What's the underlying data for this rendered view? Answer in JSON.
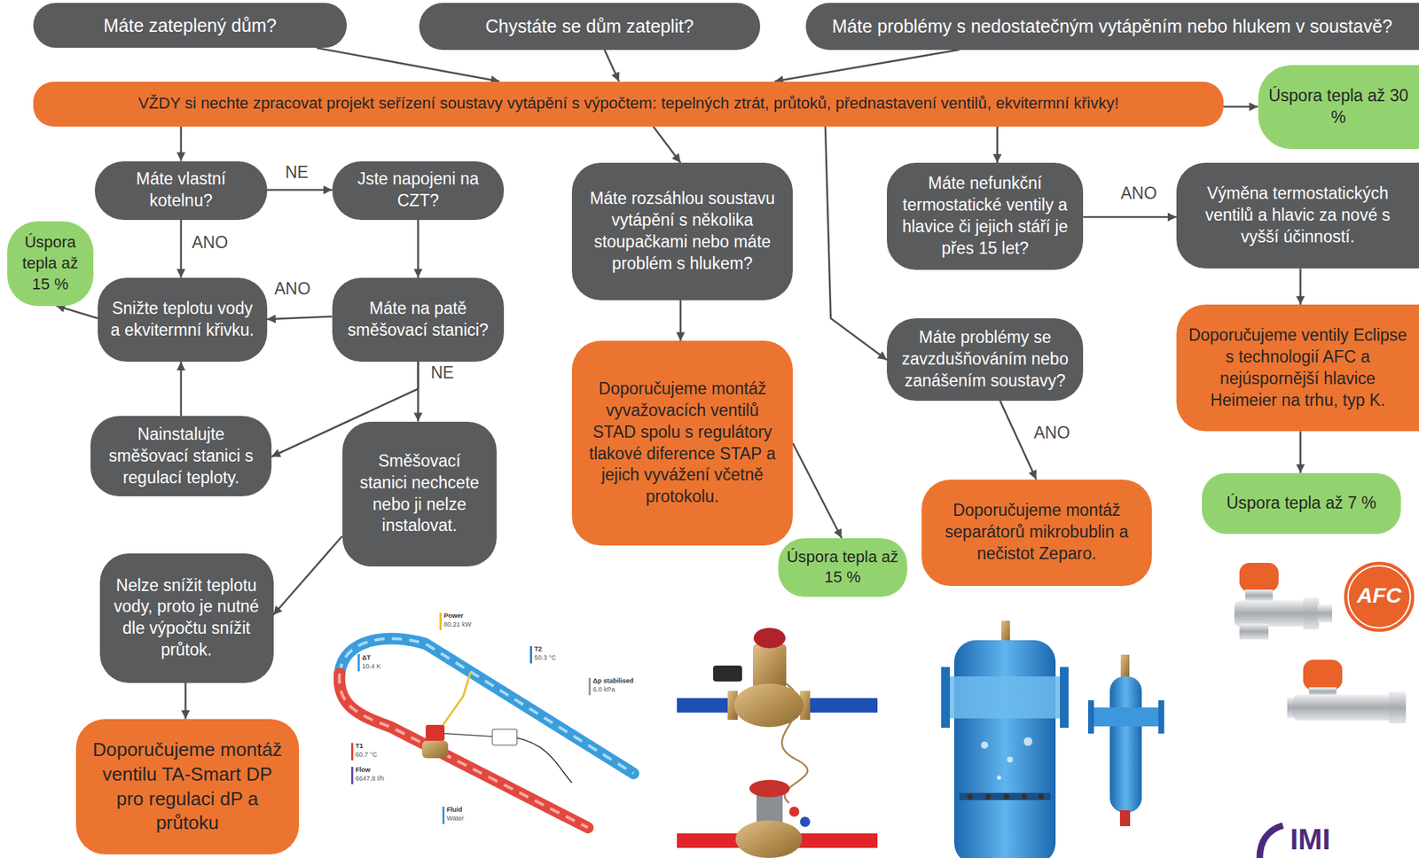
{
  "diagram": {
    "nodes": [
      {
        "text": [
          "Máte zateplený dům?"
        ]
      },
      {
        "text": [
          "Chystáte se dům zateplit?"
        ]
      },
      {
        "text": [
          "Máte problémy s nedostatečným vytápěním nebo hlukem v soustavě?"
        ]
      },
      {
        "text": [
          "VŽDY si nechte zpracovat projekt seřízení soustavy vytápění s výpočtem: tepelných ztrát, průtoků, přednastavení ventilů, ekvitermní křivky!"
        ]
      },
      {
        "text": [
          "Úspora tepla až 30 %"
        ]
      },
      {
        "text": [
          "Máte vlastní kotelnu?"
        ]
      },
      {
        "text": [
          "Jste napojeni na CZT?"
        ]
      },
      {
        "text": [
          "Úspora tepla až 15 %"
        ]
      },
      {
        "text": [
          "Snižte teplotu vody a ekvitermní křivku."
        ]
      },
      {
        "text": [
          "Máte na patě směšovací stanici?"
        ]
      },
      {
        "text": [
          "Nainstalujte směšovací stanici s regulací teploty."
        ]
      },
      {
        "text": [
          "Směšovací stanici nechcete nebo ji nelze instalovat."
        ]
      },
      {
        "text": [
          "Nelze snížit teplotu vody, proto je nutné dle výpočtu snížit průtok."
        ]
      },
      {
        "text": [
          "Doporučujeme montáž ventilu TA-Smart DP pro regulaci dP a průtoku"
        ]
      },
      {
        "text": [
          "Máte rozsáhlou soustavu vytápění s několika stoupačkami nebo máte problém s hlukem?"
        ]
      },
      {
        "text": [
          "Doporučujeme montáž vyvažovacích ventilů STAD spolu s regulátory tlakové diference STAP a jejich vyvážení včetně protokolu."
        ]
      },
      {
        "text": [
          "Úspora tepla až 15 %"
        ]
      },
      {
        "text": [
          "Máte nefunkční termostatické ventily a hlavice či jejich stáří je přes 15 let?"
        ]
      },
      {
        "text": [
          "Výměna termostatických ventilů a hlavic za nové s vyšší účinností."
        ]
      },
      {
        "text": [
          "Máte problémy se zavzdušňováním nebo zanášením soustavy?"
        ]
      },
      {
        "text": [
          "Doporučujeme montáž separátorů mikrobublin a nečistot Zeparo."
        ]
      },
      {
        "text": [
          "Doporučujeme ventily Eclipse s technologií AFC a nejúspornější hlavice Heimeier na trhu, typ K."
        ]
      },
      {
        "text": [
          "Úspora tepla až 7 %"
        ]
      }
    ],
    "edges": [
      {
        "from": 0,
        "to": 3,
        "arrow": "to"
      },
      {
        "from": 1,
        "to": 3,
        "arrow": "to"
      },
      {
        "from": 2,
        "to": 3,
        "arrow": "to"
      },
      {
        "from": 3,
        "to": 4,
        "arrow": "to"
      },
      {
        "from": 3,
        "to": 5,
        "arrow": "to"
      },
      {
        "from": 3,
        "to": 14,
        "arrow": "to"
      },
      {
        "from": 3,
        "to": 17,
        "arrow": "to"
      },
      {
        "from": 3,
        "to": 19,
        "arrow": "to"
      },
      {
        "from": 5,
        "to": 6,
        "label": "NE",
        "arrow": "to"
      },
      {
        "from": 5,
        "to": 8,
        "label": "ANO",
        "arrow": "to"
      },
      {
        "from": 8,
        "to": 7,
        "arrow": "to"
      },
      {
        "from": 6,
        "to": 9,
        "arrow": "to"
      },
      {
        "from": 9,
        "to": 8,
        "label": "ANO",
        "arrow": "to"
      },
      {
        "from": 9,
        "to": 10,
        "arrow": "to"
      },
      {
        "from": 9,
        "to": 11,
        "label": "NE",
        "arrow": "to"
      },
      {
        "from": 10,
        "to": 8,
        "arrow": "to"
      },
      {
        "from": 11,
        "to": 12,
        "arrow": "to"
      },
      {
        "from": 12,
        "to": 13,
        "arrow": "to"
      },
      {
        "from": 14,
        "to": 15,
        "arrow": "to"
      },
      {
        "from": 15,
        "to": 16,
        "arrow": "to"
      },
      {
        "from": 17,
        "to": 18,
        "label": "ANO",
        "arrow": "to"
      },
      {
        "from": 18,
        "to": 21,
        "arrow": "to"
      },
      {
        "from": 21,
        "to": 22,
        "arrow": "to"
      },
      {
        "from": 19,
        "to": 20,
        "label": "ANO",
        "arrow": "to"
      }
    ],
    "labels": [
      "Power",
      "80.21 kW",
      "T2",
      "50.3 °C",
      "ΔT",
      "10.4 K",
      "Δp stabilised",
      "6.0 kPa",
      "T1",
      "60.7 °C",
      "Flow",
      "6647.8 l/h",
      "Fluid",
      "Water",
      "AFC",
      "IMI"
    ]
  }
}
